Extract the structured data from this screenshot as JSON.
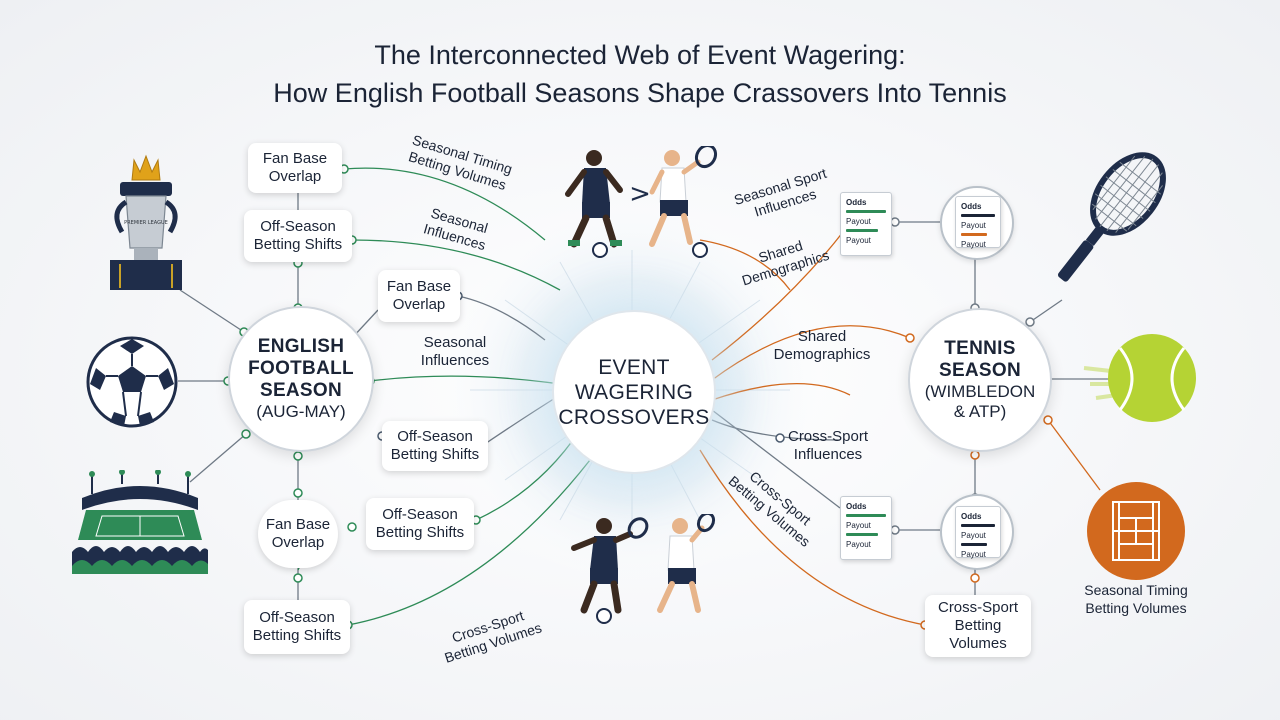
{
  "title": {
    "line1": "The Interconnected Web of Event Wagering:",
    "line2": "How English Football Seasons Shape Crassovers Into Tennis"
  },
  "hubs": {
    "left": {
      "line1": "ENGLISH",
      "line2": "FOOTBALL",
      "line3": "SEASON",
      "line4": "(AUG-MAY)"
    },
    "center": {
      "line1": "EVENT",
      "line2": "WAGERING",
      "line3": "CROSSOVERS"
    },
    "right": {
      "line1": "TENNIS",
      "line2": "SEASON",
      "line3": "(WIMBLEDON",
      "line4": "& ATP)"
    }
  },
  "left_boxes": [
    {
      "line1": "Fan Base",
      "line2": "Overlap"
    },
    {
      "line1": "Off-Season",
      "line2": "Betting Shifts"
    },
    {
      "line1": "Fan Base",
      "line2": "Overlap"
    },
    {
      "line1": "Off-Season",
      "line2": "Betting Shifts"
    },
    {
      "line1": "Fan Base",
      "line2": "Overlap"
    },
    {
      "line1": "Off-Season",
      "line2": "Betting Shifts"
    },
    {
      "line1": "Off-Season",
      "line2": "Betting Shifts"
    }
  ],
  "curved_labels": [
    {
      "line1": "Seasonal Timing",
      "line2": "Betting Volumes"
    },
    {
      "line1": "Seasonal",
      "line2": "Influences"
    },
    {
      "line1": "Seasonal Sport",
      "line2": "Influences"
    },
    {
      "line1": "Shared",
      "line2": "Demographics"
    },
    {
      "line1": "Cross-Sport",
      "line2": "Betting Volumes"
    },
    {
      "line1": "Cross-Sport",
      "line2": "Betting Volumes"
    }
  ],
  "plain_labels": [
    {
      "line1": "Seasonal",
      "line2": "Influences"
    },
    {
      "line1": "Shared",
      "line2": "Demographics"
    },
    {
      "line1": "Cross-Sport",
      "line2": "Influences"
    },
    {
      "line1": "Seasonal Timing",
      "line2": "Betting Volumes"
    }
  ],
  "right_box": {
    "line1": "Cross-Sport",
    "line2": "Betting",
    "line3": "Volumes"
  },
  "odds_docs": [
    {
      "header": "Odds",
      "row1": "Payout",
      "row2": "Payout"
    },
    {
      "header": "Odds",
      "row1": "Payout",
      "row2": "Payout"
    },
    {
      "header": "Odds",
      "row1": "Payout",
      "row2": "Payout"
    },
    {
      "header": "Odds",
      "row1": "Payout",
      "row2": "Payout"
    }
  ],
  "trophy_text": "PREMIER LEAGUE",
  "arrow_glyph": ">",
  "colors": {
    "navy": "#1b2436",
    "green": "#2e8b57",
    "orange": "#d2691e",
    "tennis_ball": "#b5d334",
    "grey_line": "#6f7a86"
  },
  "icons": [
    "trophy-icon",
    "football-icon",
    "stadium-icon",
    "tennis-racket-icon",
    "tennis-ball-icon",
    "tennis-court-icon",
    "footballer-icon",
    "tennis-player-icon"
  ]
}
